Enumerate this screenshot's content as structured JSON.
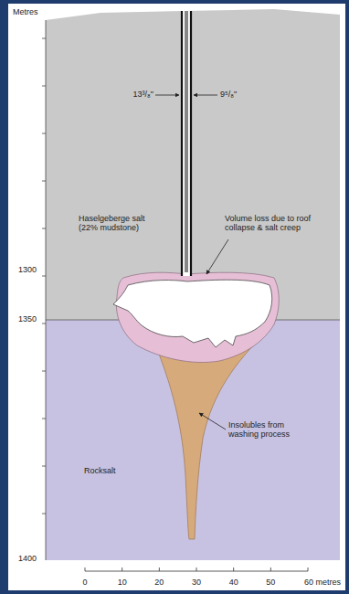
{
  "diagram": {
    "labels": [
      "Metres",
      "1300",
      "1350",
      "1400",
      "13³/₈\"",
      "9⁵/₈\"",
      "Haselgeberge salt (22% mudstone)",
      "Volume loss due to roof collapse & salt creep",
      "Rocksalt",
      "Insolubles from washing process",
      "0",
      "10",
      "20",
      "30",
      "40",
      "50",
      "60 metres"
    ]
  }
}
